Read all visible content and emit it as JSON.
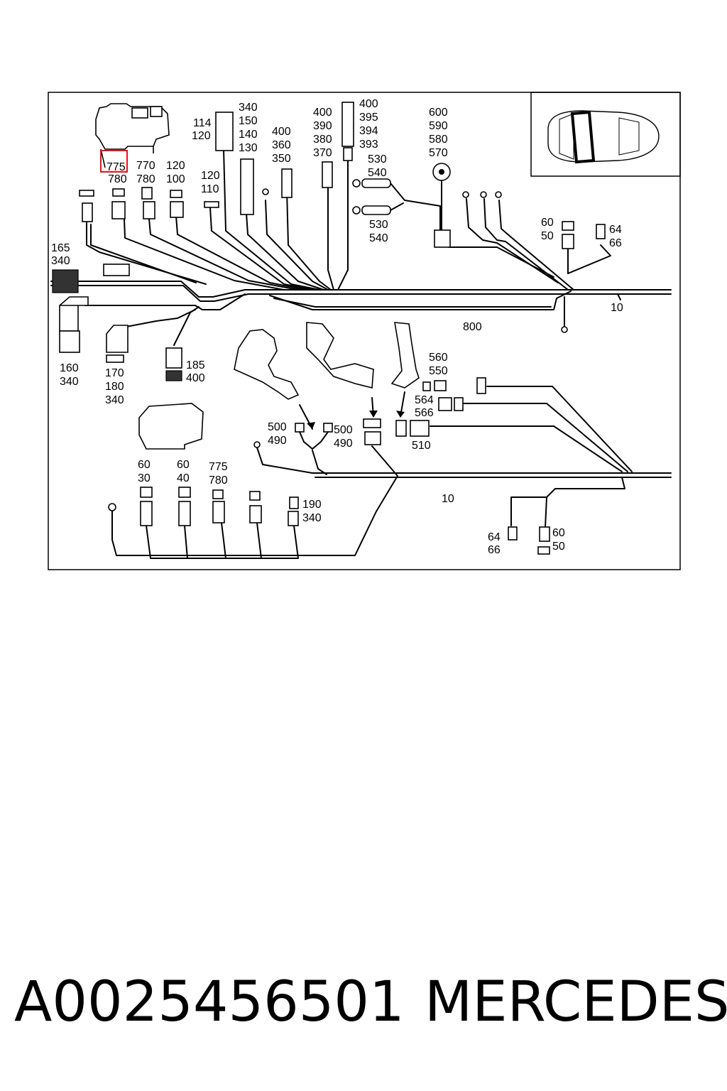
{
  "callouts": {
    "c775_top": "775",
    "c780_top": "780",
    "c770_top": "770",
    "c780_b": "780",
    "c120_a": "120",
    "c100_a": "100",
    "c114": "114",
    "c120_b": "120",
    "c120_c": "120",
    "c110": "110",
    "c340_a": "340",
    "c150": "150",
    "c140": "140",
    "c130": "130",
    "c400_a": "400",
    "c360": "360",
    "c350": "350",
    "c400_b": "400",
    "c390": "390",
    "c380": "380",
    "c370": "370",
    "c400_c": "400",
    "c395": "395",
    "c394": "394",
    "c393": "393",
    "c530_a": "530",
    "c540_a": "540",
    "c530_b": "530",
    "c540_b": "540",
    "c600": "600",
    "c590": "590",
    "c580": "580",
    "c570": "570",
    "c60_r": "60",
    "c50_r": "50",
    "c64_r": "64",
    "c66_r": "66",
    "c165": "165",
    "c340_b": "340",
    "c10_a": "10",
    "c800": "800",
    "c160": "160",
    "c340_c": "340",
    "c170": "170",
    "c180": "180",
    "c340_d": "340",
    "c185": "185",
    "c400_d": "400",
    "c560": "560",
    "c550": "550",
    "c564": "564",
    "c566": "566",
    "c510": "510",
    "c500_a": "500",
    "c490_a": "490",
    "c500_b": "500",
    "c490_b": "490",
    "c60_a": "60",
    "c30": "30",
    "c60_b": "60",
    "c40": "40",
    "c775_b": "775",
    "c780_c": "780",
    "c190": "190",
    "c340_e": "340",
    "c10_b": "10",
    "c64_b": "64",
    "c66_b": "66",
    "c60_c": "60",
    "c50_b": "50"
  },
  "highlight_color": "#e8101a",
  "footer": {
    "part_number": "A0025456501",
    "brand": "MERCEDES"
  }
}
